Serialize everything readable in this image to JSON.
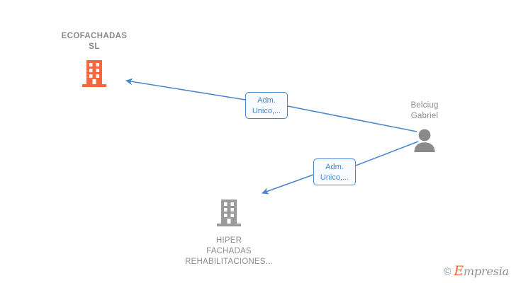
{
  "graph": {
    "nodes": [
      {
        "id": "ecofachadas",
        "label": "ECOFACHADAS\nSL",
        "icon": "building-icon",
        "icon_color": "#f4683c",
        "type": "company",
        "label_position": "above"
      },
      {
        "id": "belciug",
        "label": "Belciug\nGabriel",
        "icon": "person-icon",
        "icon_color": "#8a8a8a",
        "type": "person",
        "label_position": "above"
      },
      {
        "id": "hiper",
        "label": "HIPER\nFACHADAS\nREHABILITACIONES...",
        "icon": "building-icon",
        "icon_color": "#9b9b9b",
        "type": "company",
        "label_position": "below"
      }
    ],
    "edges": [
      {
        "id": "edge-1",
        "from": "belciug",
        "to": "ecofachadas",
        "label": "Adm.\nUnico,...",
        "color": "#4a86d0",
        "arrow": "to"
      },
      {
        "id": "edge-2",
        "from": "belciug",
        "to": "hiper",
        "label": "Adm.\nUnico,...",
        "color": "#4a86d0",
        "arrow": "to"
      }
    ]
  },
  "watermark": {
    "copyright": "©",
    "brand_cap": "E",
    "brand_rest": "mpresia"
  }
}
